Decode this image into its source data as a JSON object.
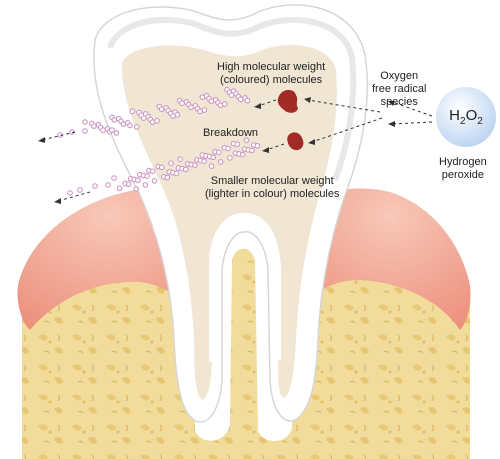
{
  "labels": {
    "high_mw_line1": "High molecular weight",
    "high_mw_line2": "(coloured) molecules",
    "breakdown": "Breakdown",
    "small_mw_line1": "Smaller molecular weight",
    "small_mw_line2": "(lighter in colour) molecules",
    "oxygen_line1": "Oxygen",
    "oxygen_line2": "free radical",
    "oxygen_line3": "species",
    "h2o2_h": "H",
    "h2o2_sub1": "2",
    "h2o2_o": "O",
    "h2o2_sub2": "2",
    "hydrogen_line1": "Hydrogen",
    "hydrogen_line2": "peroxide"
  },
  "colors": {
    "enamel": "#ffffff",
    "dentin": "#f1e6d4",
    "gum": "#f0a090",
    "bone": "#eed89a",
    "molecule_dark": "#a32b25",
    "particle": "#c98fbf",
    "h2o2_circle": "#cfe0f5"
  }
}
